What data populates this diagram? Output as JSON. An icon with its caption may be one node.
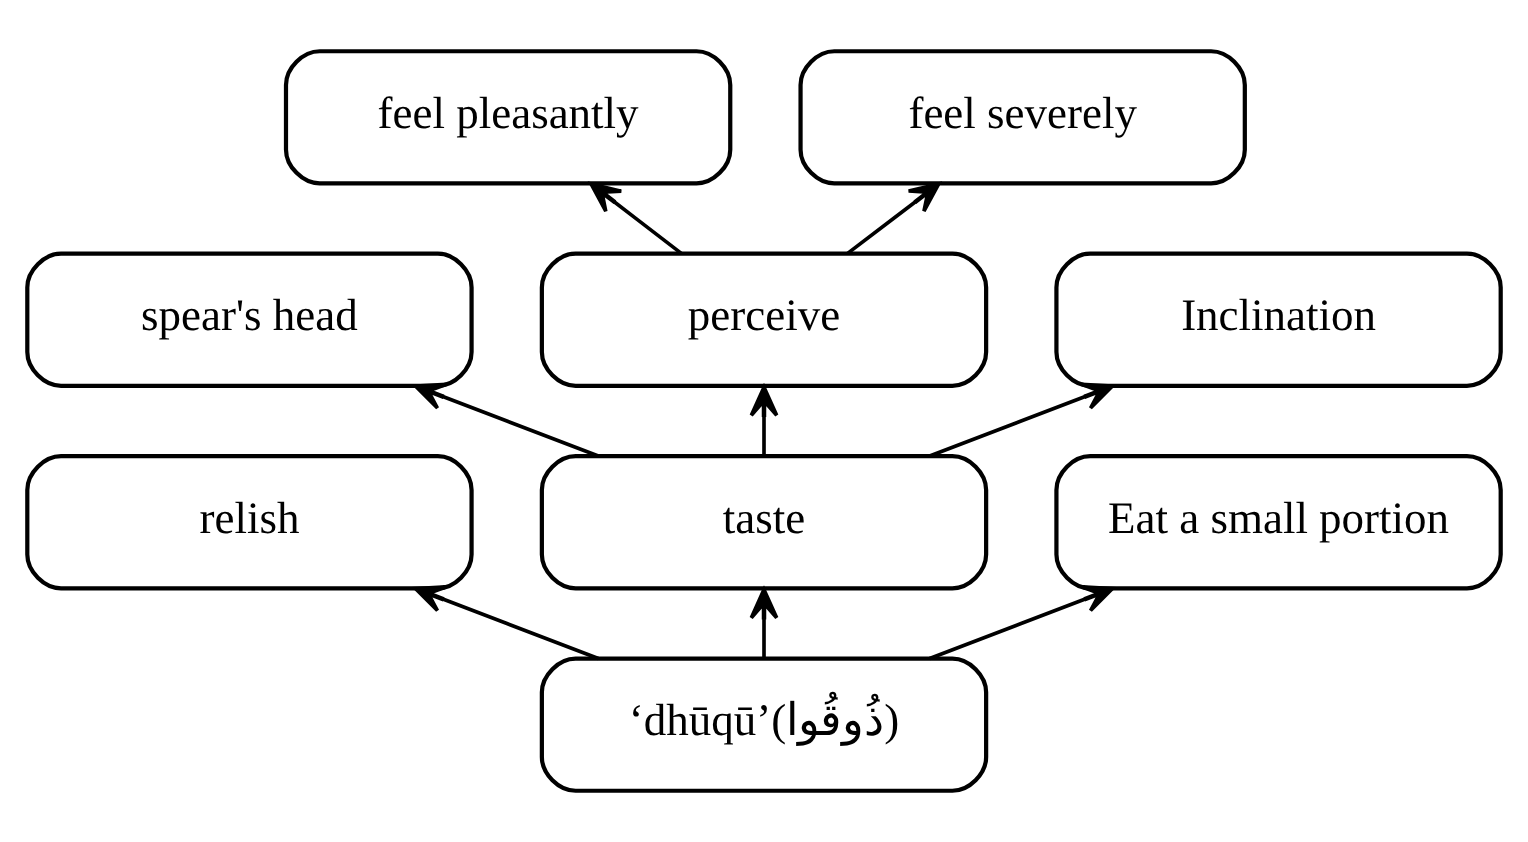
{
  "diagram": {
    "nodes": [
      {
        "text": [
          "feel pleasantly"
        ]
      },
      {
        "text": [
          "feel severely"
        ]
      },
      {
        "text": [
          "spear's head"
        ]
      },
      {
        "text": [
          "perceive"
        ]
      },
      {
        "text": [
          "Inclination"
        ]
      },
      {
        "text": [
          "relish"
        ]
      },
      {
        "text": [
          "taste"
        ]
      },
      {
        "text": [
          "Eat a small portion"
        ]
      },
      {
        "text": [
          "‘dhūqū’(ذُوقُوا)"
        ]
      }
    ],
    "edges": [
      {
        "from": 8,
        "to": 5,
        "arrow": "to"
      },
      {
        "from": 8,
        "to": 6,
        "arrow": "to"
      },
      {
        "from": 8,
        "to": 7,
        "arrow": "to"
      },
      {
        "from": 6,
        "to": 2,
        "arrow": "to"
      },
      {
        "from": 6,
        "to": 3,
        "arrow": "to"
      },
      {
        "from": 6,
        "to": 4,
        "arrow": "to"
      },
      {
        "from": 3,
        "to": 0,
        "arrow": "to"
      },
      {
        "from": 3,
        "to": 1,
        "arrow": "to"
      }
    ]
  }
}
